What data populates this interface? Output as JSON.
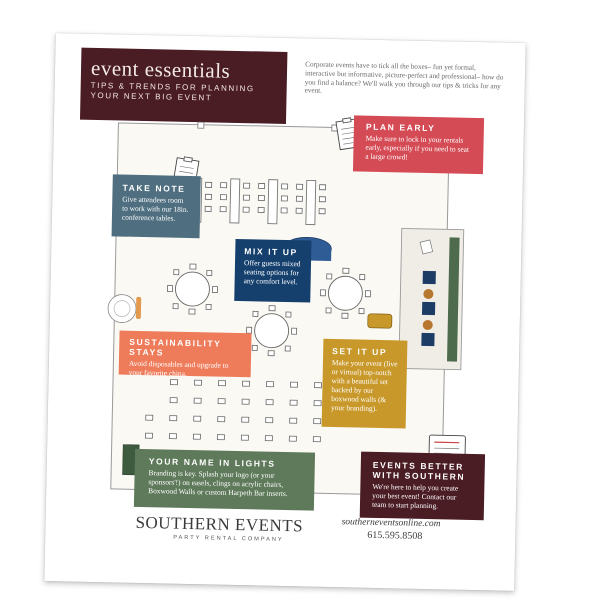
{
  "title": {
    "main": "event essentials",
    "sub_line1": "TIPS & TRENDS FOR PLANNING",
    "sub_line2": "YOUR NEXT BIG EVENT"
  },
  "intro": "Corporate events have to tick all the boxes– fun yet formal, interactive but informative, picture-perfect and professional– how do you find a balance? We'll walk you through our tips & tricks for any event.",
  "boxes": {
    "plan_early": {
      "heading": "PLAN EARLY",
      "body": "Make sure to lock in your rentals early, especially if you need to seat a large crowd!",
      "color": "#d44b55"
    },
    "take_note": {
      "heading": "TAKE NOTE",
      "body": "Give attendees room to work with our 18in. conference tables.",
      "color": "#4f6f80"
    },
    "mix_it_up": {
      "heading": "MIX IT UP",
      "body": "Offer guests mixed seating options for any comfort level.",
      "color": "#15406e"
    },
    "sustainability": {
      "heading": "SUSTAINABILITY STAYS",
      "body": "Avoid disposables and upgrade to your favorite china.",
      "color": "#ee7b5a"
    },
    "set_it_up": {
      "heading": "SET IT UP",
      "body": "Make your event (live or virtual) top-notch with a beautiful set backed by our boxwood walls (& your branding).",
      "color": "#c8982a"
    },
    "name_in_lights": {
      "heading": "YOUR NAME IN LIGHTS",
      "body": "Branding is key. Splash your logo (or your sponsors'!) on easels, clings on acrylic chairs, Boxwood Walls or custom Harpeth Bar inserts.",
      "color": "#5e7a5a"
    },
    "events_better": {
      "heading": "EVENTS BETTER WITH SOUTHERN",
      "body": "We're here to help you create your best event! Contact our team to start planning.",
      "color": "#4a1c24"
    }
  },
  "footer": {
    "logo": "SOUTHERN EVENTS",
    "tagline": "PARTY RENTAL COMPANY",
    "url": "southerneventsonline.com",
    "phone": "615.595.8508"
  },
  "icons": [
    "clipboard-icon",
    "clipboard-icon",
    "plate-icon",
    "monitor-icon"
  ]
}
